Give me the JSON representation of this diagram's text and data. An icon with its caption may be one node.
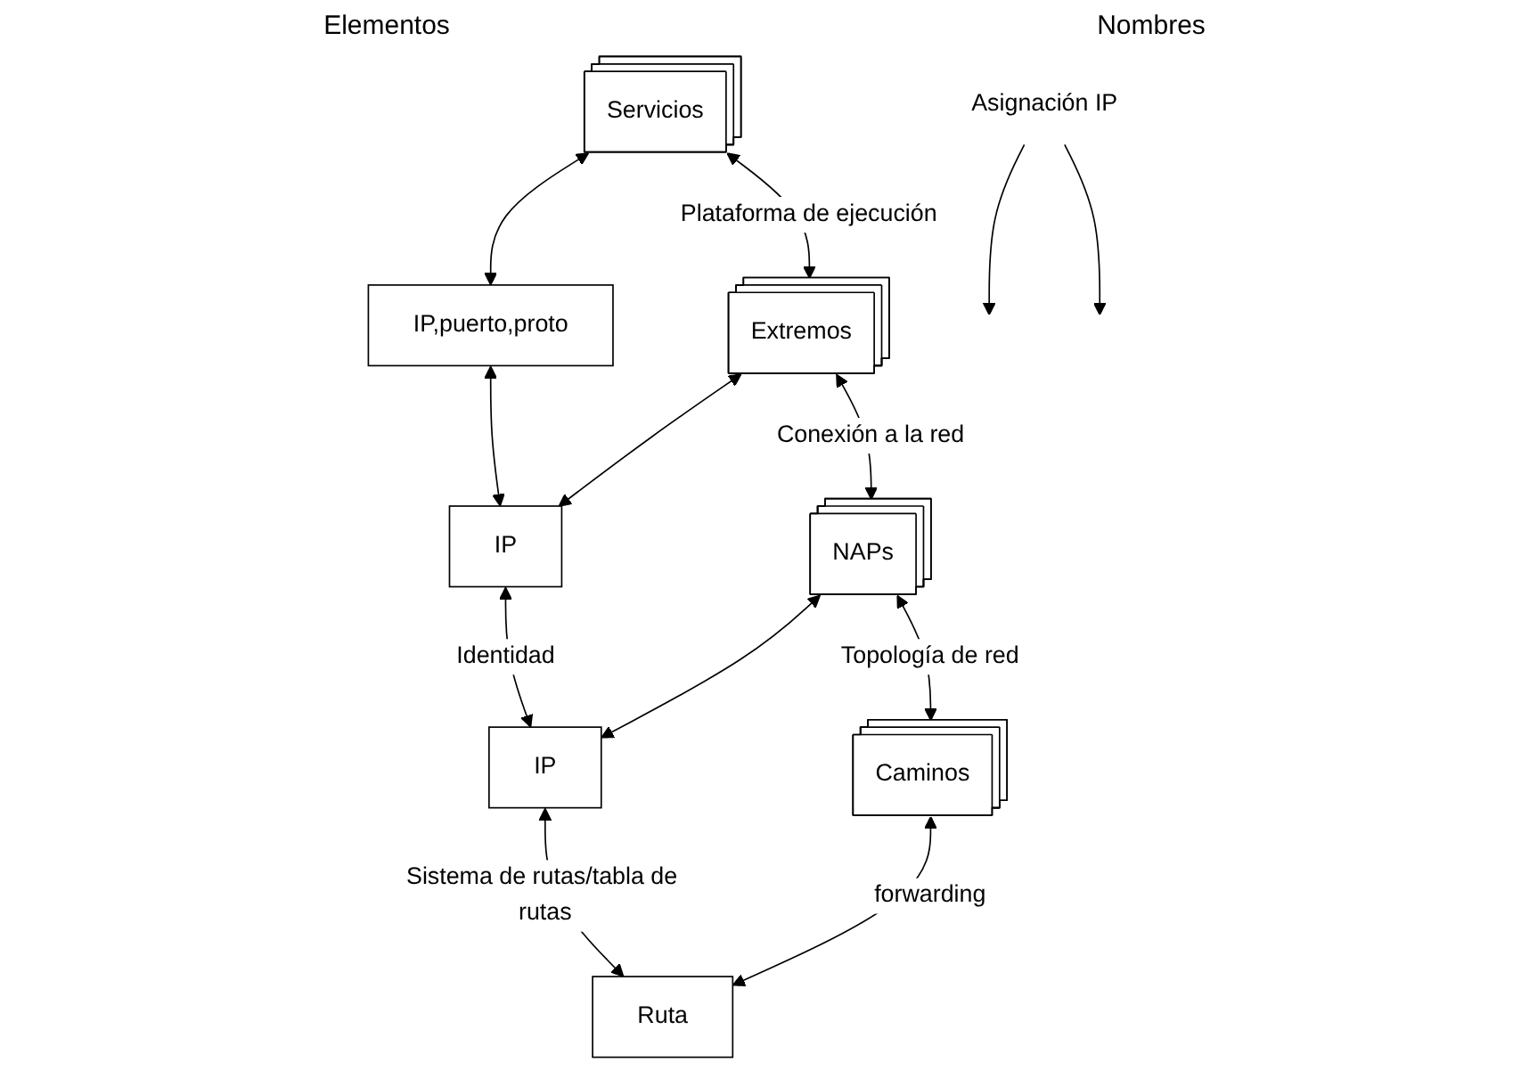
{
  "diagram": {
    "nodes": [
      {
        "text": [
          "Servicios"
        ]
      },
      {
        "text": [
          "IP,puerto,proto"
        ]
      },
      {
        "text": [
          "Extremos"
        ]
      },
      {
        "text": [
          "IP"
        ]
      },
      {
        "text": [
          "NAPs"
        ]
      },
      {
        "text": [
          "IP"
        ]
      },
      {
        "text": [
          "Caminos"
        ]
      },
      {
        "text": [
          "Ruta"
        ]
      },
      {
        "text": [
          "Asignación IP"
        ]
      }
    ],
    "edges": [
      {
        "from": 0,
        "to": 1,
        "arrow": "both"
      },
      {
        "from": 0,
        "to": 2,
        "arrow": "both",
        "label": "Plataforma de ejecución"
      },
      {
        "from": 1,
        "to": 3,
        "arrow": "both"
      },
      {
        "from": 2,
        "to": 3,
        "arrow": "both"
      },
      {
        "from": 3,
        "to": 5,
        "arrow": "both",
        "label": "Identidad"
      },
      {
        "from": 2,
        "to": 4,
        "arrow": "both",
        "label": "Conexión a la red"
      },
      {
        "from": 4,
        "to": 5,
        "arrow": "both"
      },
      {
        "from": 8,
        "to": null,
        "arrow": "to"
      },
      {
        "from": 8,
        "to": null,
        "arrow": "to"
      },
      {
        "from": 4,
        "to": 6,
        "arrow": "both",
        "label": "Topología de red"
      },
      {
        "from": 5,
        "to": 7,
        "arrow": "both",
        "label": "Sistema de rutas/tabla de rutas"
      },
      {
        "from": 6,
        "to": 7,
        "arrow": "both",
        "label": "forwarding"
      }
    ],
    "labels": [
      "Elementos",
      "Nombres"
    ]
  }
}
